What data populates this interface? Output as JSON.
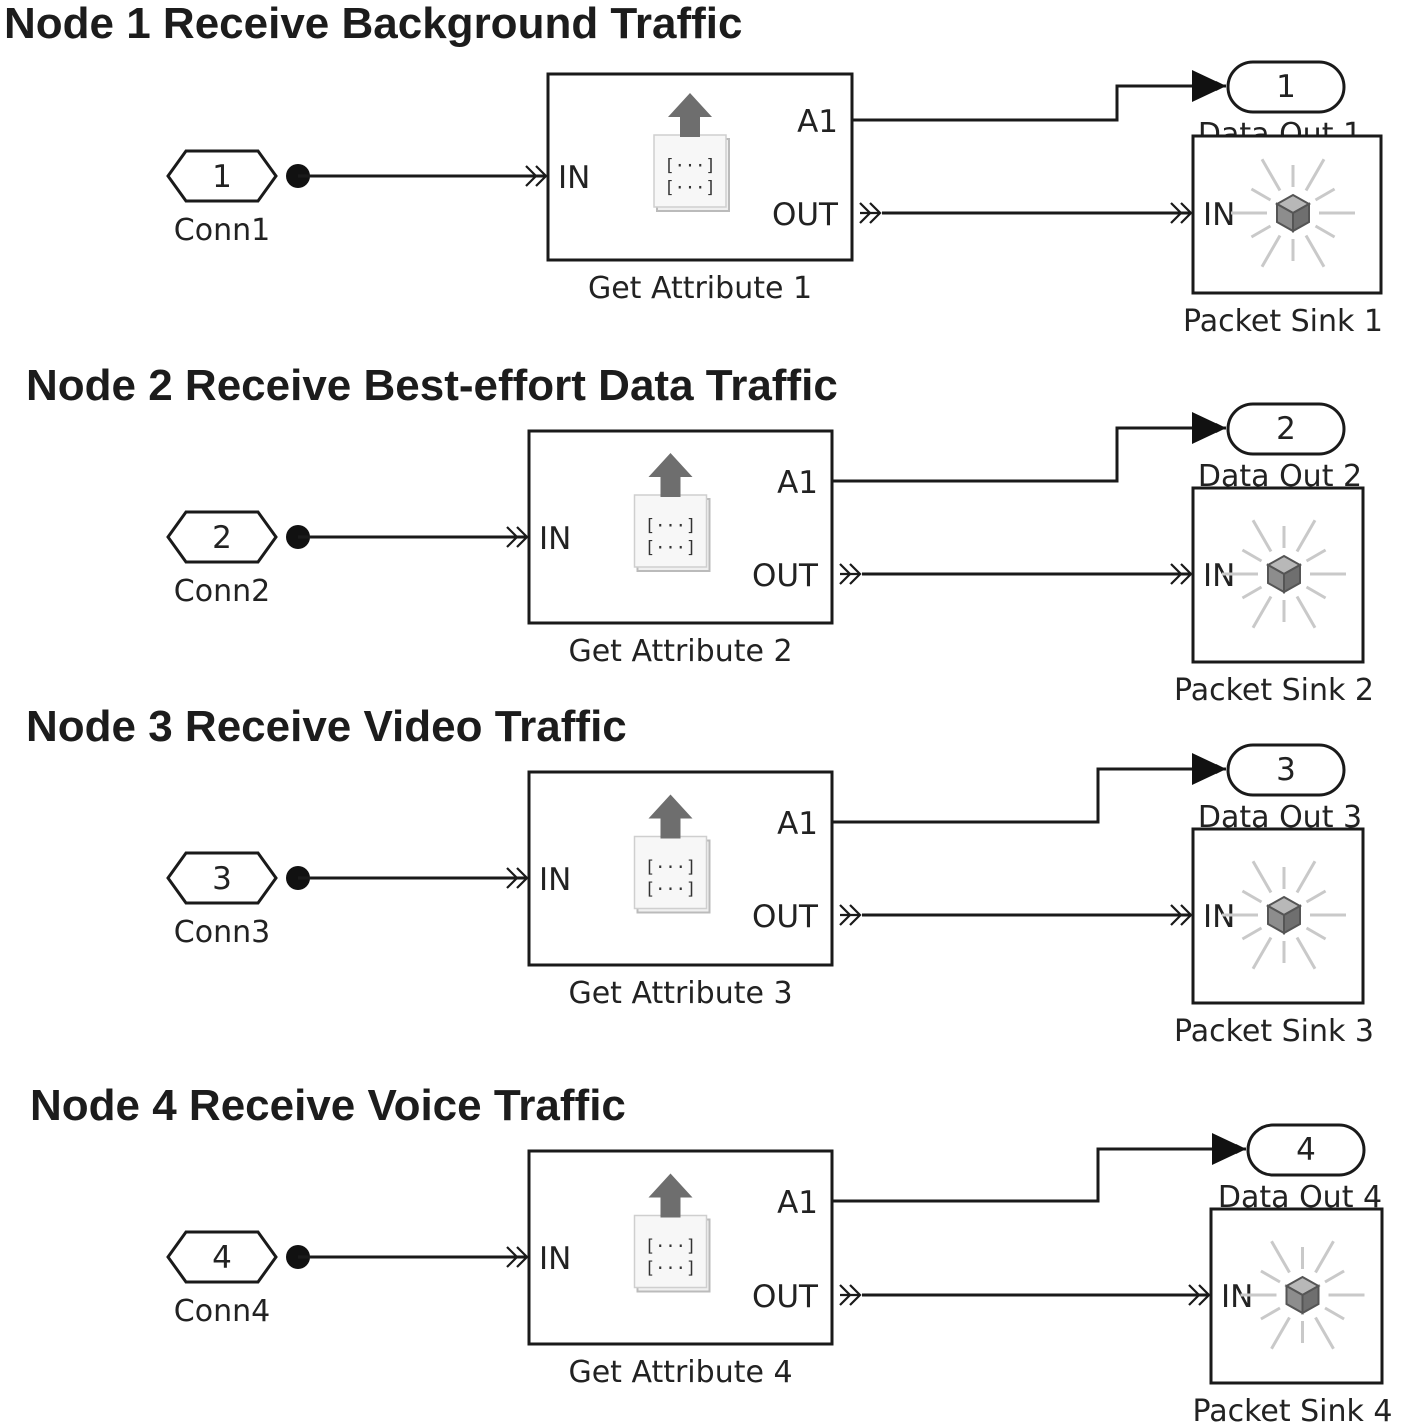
{
  "diagram": {
    "sections": [
      {
        "title": "Node 1 Receive Background Traffic",
        "conn": {
          "number": "1",
          "label": "Conn1"
        },
        "get_attribute": {
          "label": "Get Attribute 1",
          "in_port": "IN",
          "attr_port": "A1",
          "out_port": "OUT"
        },
        "data_out": {
          "number": "1",
          "label": "Data Out 1"
        },
        "packet_sink": {
          "label": "Packet Sink 1",
          "in_port": "IN"
        }
      },
      {
        "title": "Node 2 Receive Best-effort Data Traffic",
        "conn": {
          "number": "2",
          "label": "Conn2"
        },
        "get_attribute": {
          "label": "Get Attribute 2",
          "in_port": "IN",
          "attr_port": "A1",
          "out_port": "OUT"
        },
        "data_out": {
          "number": "2",
          "label": "Data Out 2"
        },
        "packet_sink": {
          "label": "Packet Sink 2",
          "in_port": "IN"
        }
      },
      {
        "title": "Node 3 Receive Video Traffic",
        "conn": {
          "number": "3",
          "label": "Conn3"
        },
        "get_attribute": {
          "label": "Get Attribute 3",
          "in_port": "IN",
          "attr_port": "A1",
          "out_port": "OUT"
        },
        "data_out": {
          "number": "3",
          "label": "Data Out 3"
        },
        "packet_sink": {
          "label": "Packet Sink 3",
          "in_port": "IN"
        }
      },
      {
        "title": "Node 4 Receive Voice Traffic",
        "conn": {
          "number": "4",
          "label": "Conn4"
        },
        "get_attribute": {
          "label": "Get Attribute 4",
          "in_port": "IN",
          "attr_port": "A1",
          "out_port": "OUT"
        },
        "data_out": {
          "number": "4",
          "label": "Data Out 4"
        },
        "packet_sink": {
          "label": "Packet Sink 4",
          "in_port": "IN"
        }
      }
    ],
    "icons": {
      "conn_block": "conn-port-hexagon-icon",
      "get_attribute_block": "get-attribute-icon",
      "data_out_block": "outport-oval-icon",
      "packet_sink_block": "packet-sink-burst-icon"
    }
  }
}
